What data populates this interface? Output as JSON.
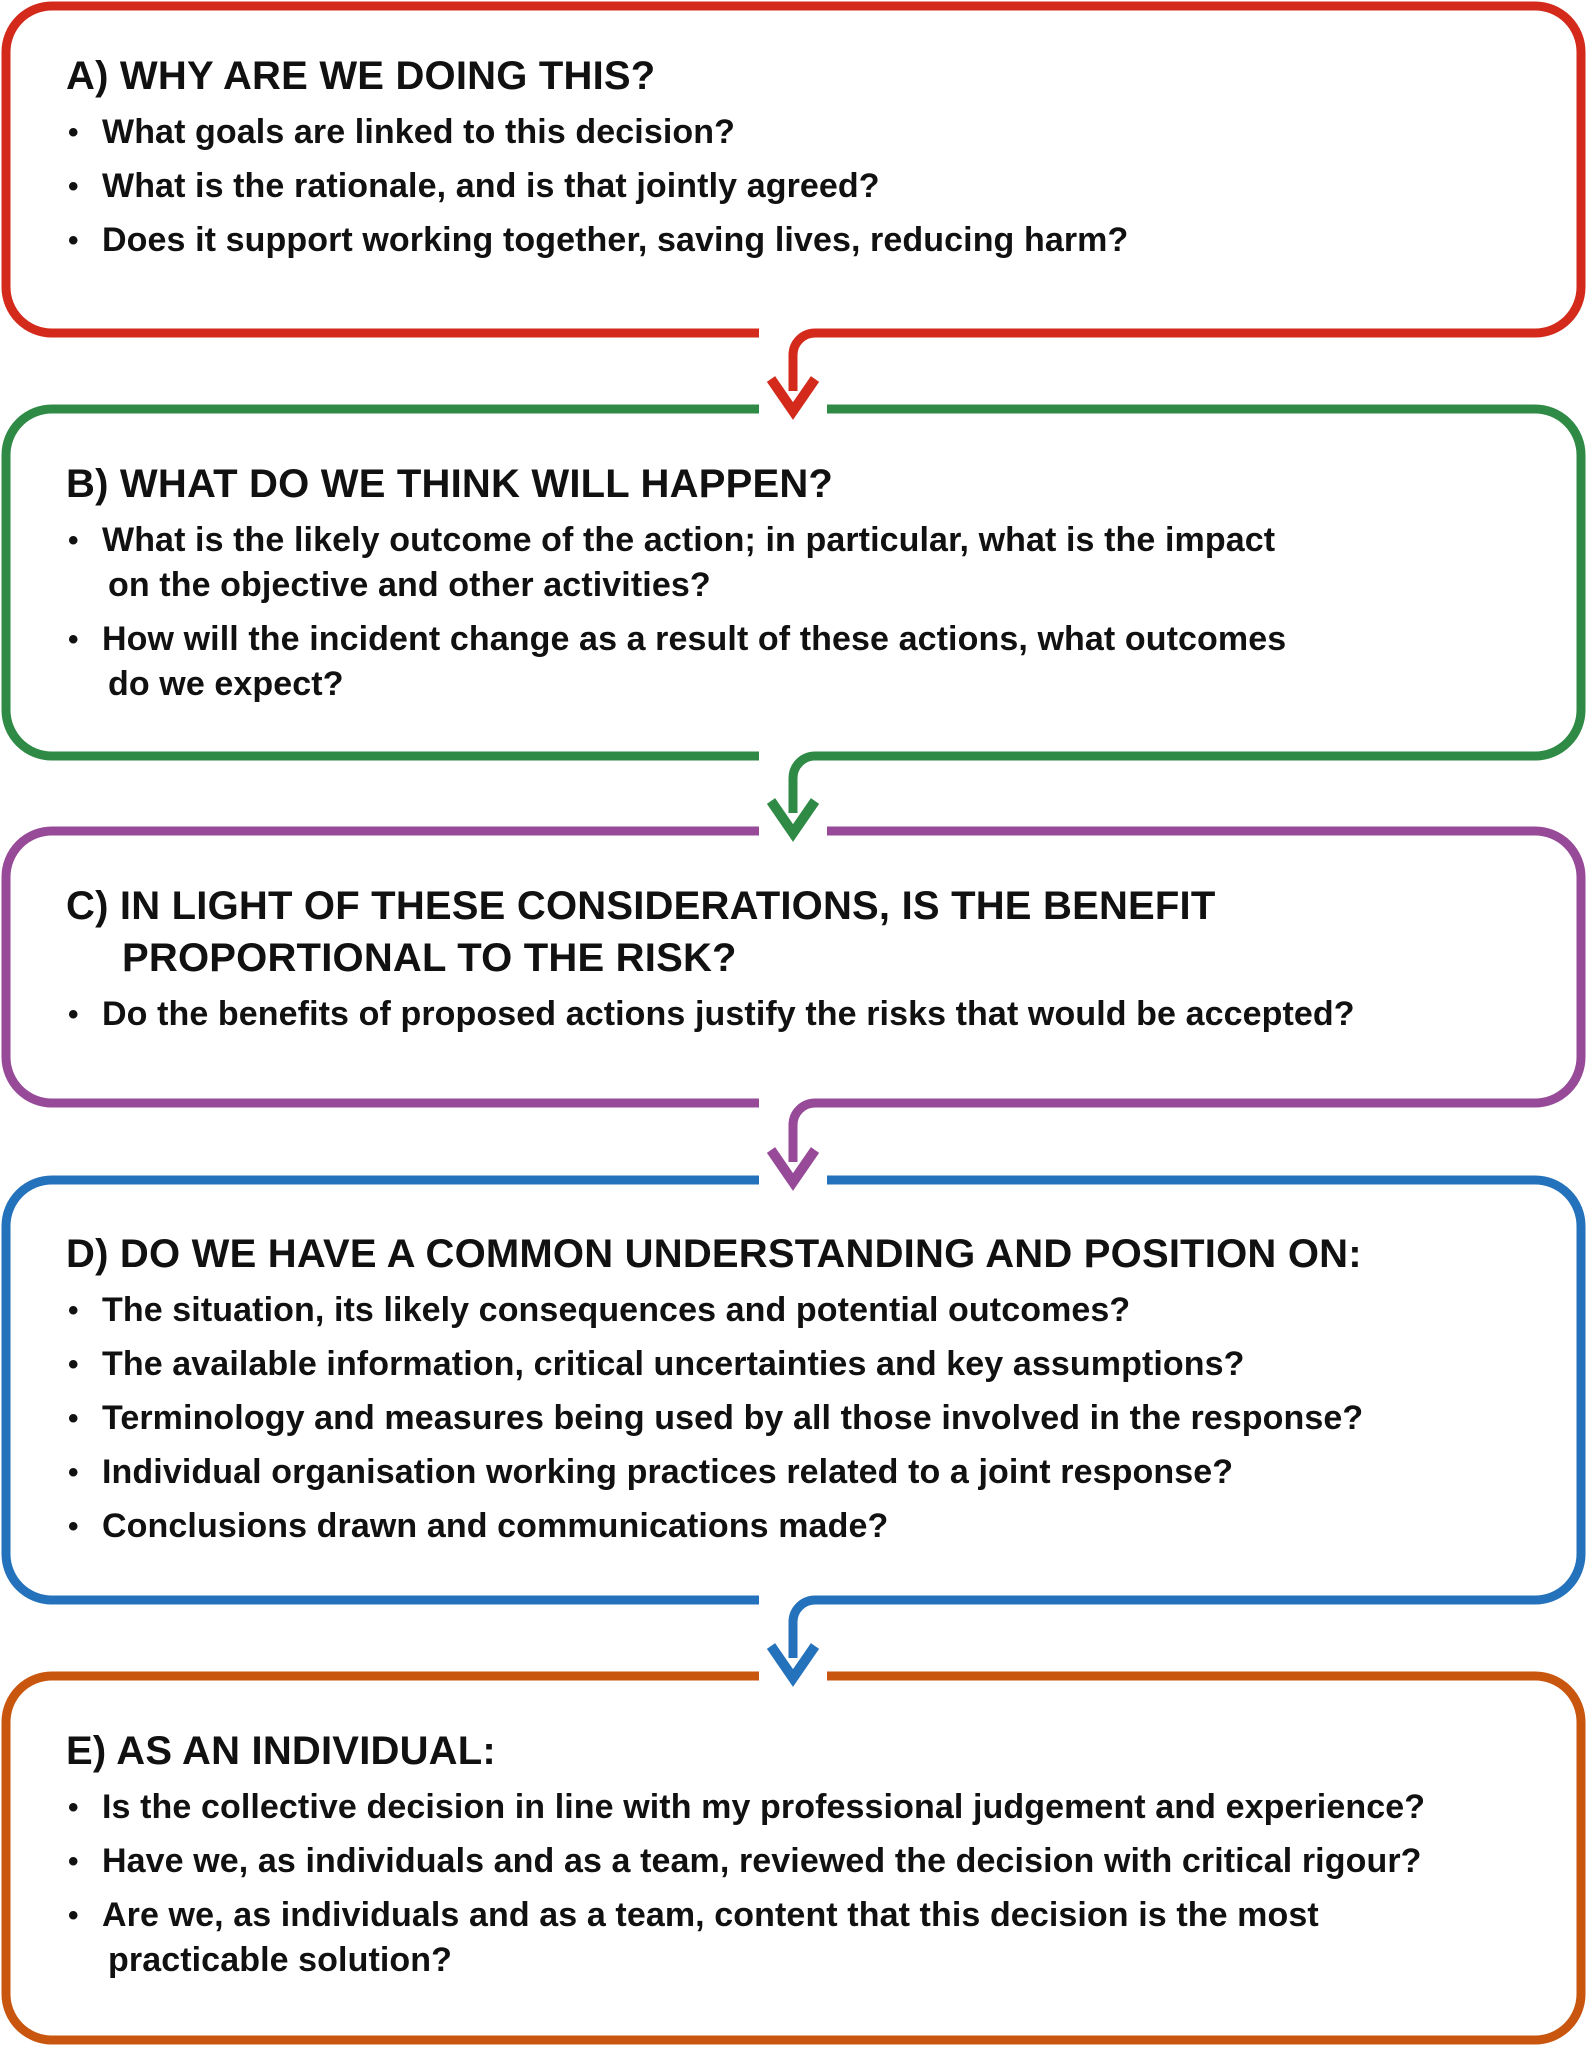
{
  "colors": {
    "a": "#d32a1c",
    "b": "#2f8a45",
    "c": "#964a98",
    "d": "#2472bb",
    "e": "#c9560f",
    "text": "#111111"
  },
  "boxes": [
    {
      "id": "a",
      "title": [
        "A) WHY ARE WE DOING THIS?"
      ],
      "items": [
        [
          "What goals are linked to this decision?"
        ],
        [
          "What is the rationale, and is that jointly agreed?"
        ],
        [
          "Does it support working together, saving lives, reducing harm?"
        ]
      ]
    },
    {
      "id": "b",
      "title": [
        "B) WHAT DO WE THINK WILL HAPPEN?"
      ],
      "items": [
        [
          "What is the likely outcome of the action; in particular, what is the impact",
          "on the objective and other activities?"
        ],
        [
          "How will the incident change as a result of these actions, what outcomes",
          "do we expect?"
        ]
      ]
    },
    {
      "id": "c",
      "title": [
        "C) IN LIGHT OF THESE CONSIDERATIONS, IS THE  BENEFIT",
        "PROPORTIONAL TO THE RISK?"
      ],
      "items": [
        [
          "Do the benefits of proposed actions justify the risks that would be accepted?"
        ]
      ]
    },
    {
      "id": "d",
      "title": [
        "D) DO WE HAVE A COMMON UNDERSTANDING AND POSITION ON:"
      ],
      "items": [
        [
          "The situation, its likely consequences and potential outcomes?"
        ],
        [
          "The available information, critical uncertainties and key assumptions?"
        ],
        [
          "Terminology and measures being used by all those involved in the response?"
        ],
        [
          "Individual organisation working practices related to a joint response?"
        ],
        [
          "Conclusions drawn and communications made?"
        ]
      ]
    },
    {
      "id": "e",
      "title": [
        "E) AS AN INDIVIDUAL:"
      ],
      "items": [
        [
          "Is the collective decision in line with my professional judgement and experience?"
        ],
        [
          "Have we, as individuals and as a team, reviewed the decision with critical rigour?"
        ],
        [
          "Are we, as individuals and as a team, content that this decision is the most",
          "practicable solution?"
        ]
      ]
    }
  ]
}
